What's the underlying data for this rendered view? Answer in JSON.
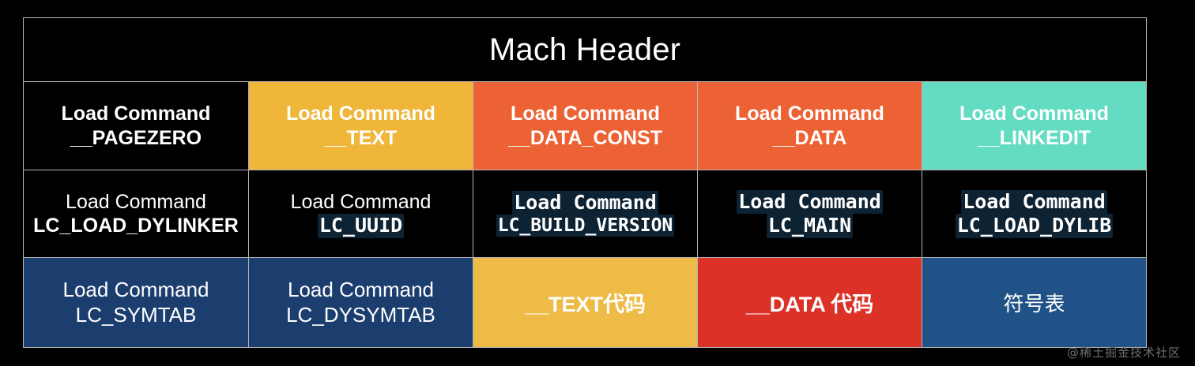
{
  "diagram": {
    "title": "Mach Header",
    "rows": [
      {
        "id": "load-commands-segments",
        "cells": [
          {
            "top": "Load Command",
            "bottom": "__PAGEZERO",
            "bg": "#000000",
            "style": "bold"
          },
          {
            "top": "Load Command",
            "bottom": "__TEXT",
            "bg": "#efb639",
            "style": "bold"
          },
          {
            "top": "Load Command",
            "bottom": "__DATA_CONST",
            "bg": "#ed6234",
            "style": "bold"
          },
          {
            "top": "Load Command",
            "bottom": "__DATA",
            "bg": "#ed6234",
            "style": "bold"
          },
          {
            "top": "Load Command",
            "bottom": "__LINKEDIT",
            "bg": "#63dcc2",
            "style": "bold"
          }
        ]
      },
      {
        "id": "load-commands-misc",
        "cells": [
          {
            "top": "Load Command",
            "bottom": "LC_LOAD_DYLINKER",
            "bg": "#000000",
            "topFont": "sans",
            "botFont": "sans",
            "topHl": false,
            "botHl": false
          },
          {
            "top": "Load Command",
            "bottom": "LC_UUID",
            "bg": "#000000",
            "topFont": "sans",
            "botFont": "mono",
            "topHl": false,
            "botHl": true
          },
          {
            "top": "Load Command",
            "bottom": "LC_BUILD_VERSION",
            "bg": "#000000",
            "topFont": "mono",
            "botFont": "mono",
            "topHl": true,
            "botHl": true
          },
          {
            "top": "Load Command",
            "bottom": "LC_MAIN",
            "bg": "#000000",
            "topFont": "mono",
            "botFont": "mono",
            "topHl": true,
            "botHl": true
          },
          {
            "top": "Load Command",
            "bottom": "LC_LOAD_DYLIB",
            "bg": "#000000",
            "topFont": "mono",
            "botFont": "mono",
            "topHl": true,
            "botHl": true
          }
        ]
      },
      {
        "id": "segment-contents",
        "cells": [
          {
            "top": "Load Command",
            "bottom": "LC_SYMTAB",
            "bg": "#1c3e6e",
            "single": null
          },
          {
            "top": "Load Command",
            "bottom": "LC_DYSYMTAB",
            "bg": "#1c3e6e",
            "single": null
          },
          {
            "top": null,
            "bottom": null,
            "bg": "#edbb46",
            "single": "__TEXT代码"
          },
          {
            "top": null,
            "bottom": null,
            "bg": "#dc3126",
            "single": "__DATA 代码"
          },
          {
            "top": null,
            "bottom": null,
            "bg": "#215287",
            "single": "符号表"
          }
        ]
      }
    ]
  },
  "watermark": "@稀土掘金技术社区",
  "colors": {
    "background": "#000000",
    "border": "#b6b6b6",
    "text": "#ffffff",
    "yellow": "#efb639",
    "orange": "#ed6234",
    "teal": "#63dcc2",
    "navy": "#1c3e6e",
    "red": "#dc3126",
    "terminal_highlight": "#0d2233"
  }
}
